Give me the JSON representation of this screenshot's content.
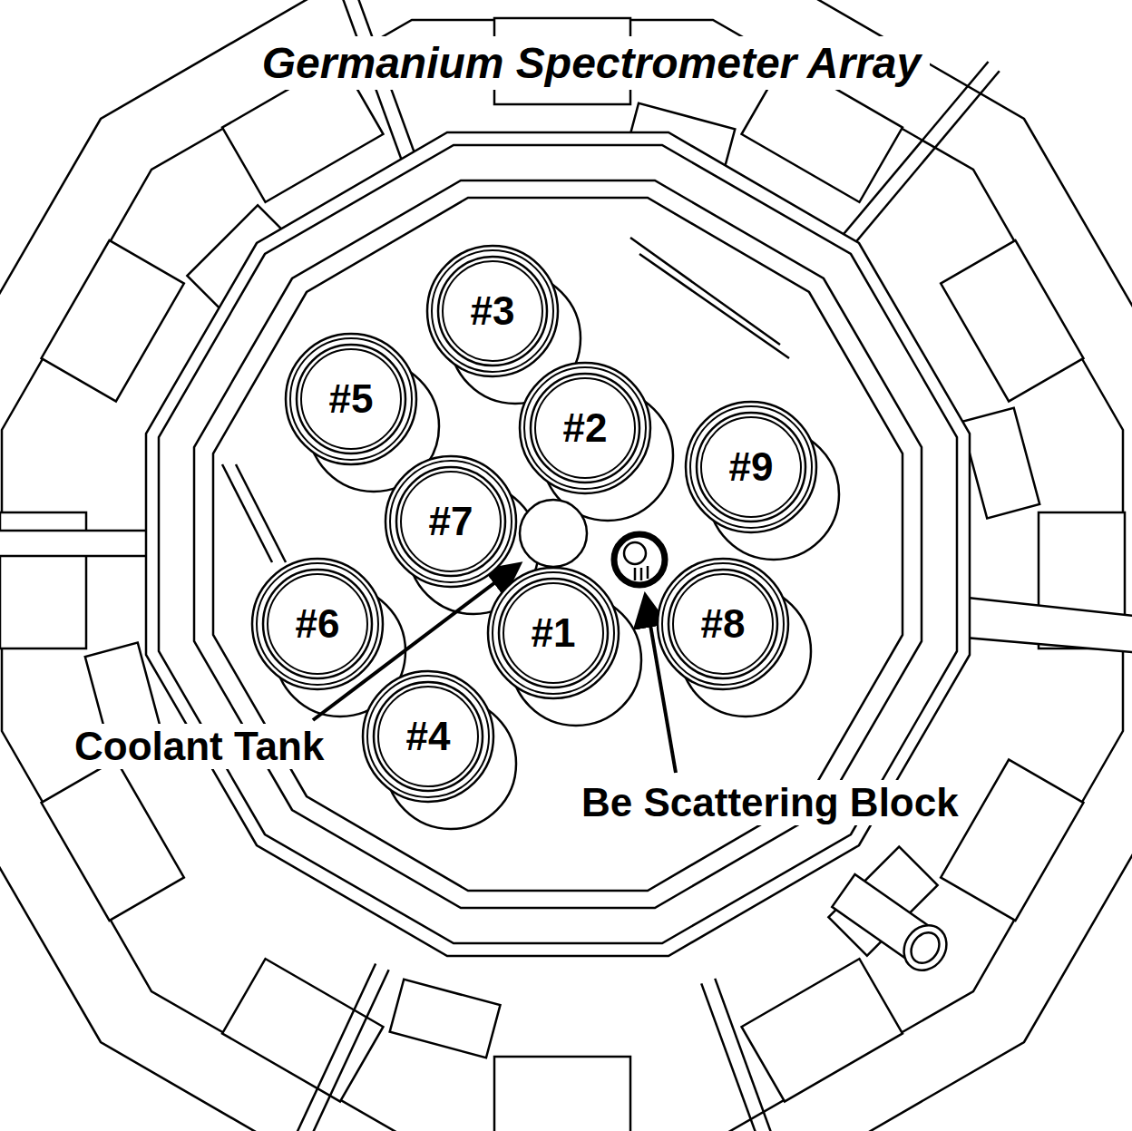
{
  "diagram": {
    "title": "Germanium Spectrometer Array",
    "nodes": [
      {
        "text": [
          "#3"
        ]
      },
      {
        "text": [
          "#5"
        ]
      },
      {
        "text": [
          "#2"
        ]
      },
      {
        "text": [
          "#9"
        ]
      },
      {
        "text": [
          "#7"
        ]
      },
      {
        "text": [
          "#6"
        ]
      },
      {
        "text": [
          "#1"
        ]
      },
      {
        "text": [
          "#8"
        ]
      },
      {
        "text": [
          "#4"
        ]
      }
    ],
    "labels": [
      "Coolant Tank",
      "Be Scattering Block"
    ]
  }
}
